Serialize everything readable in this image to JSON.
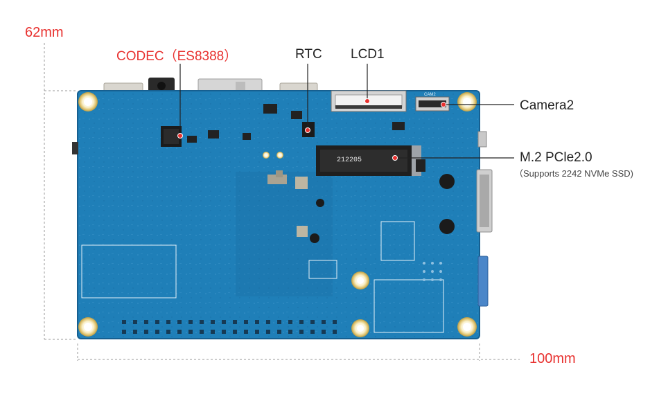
{
  "dimensions": {
    "height_label": "62mm",
    "width_label": "100mm"
  },
  "callouts": {
    "codec": "CODEC（ES8388）",
    "rtc": "RTC",
    "lcd": "LCD1",
    "camera": "Camera2",
    "m2": "M.2 PCle2.0",
    "m2_note": "（Supports 2242 NVMe SSD)"
  },
  "silkscreen": {
    "m2_code": "212205",
    "cam_label": "CAM2"
  },
  "colors": {
    "pcb": "#1f7fb8",
    "pcb_dark": "#17669a",
    "accent_red": "#e8312f",
    "label": "#222222",
    "leader": "#222222",
    "dim_line": "#9a9a9a",
    "gold": "#e3c979"
  }
}
